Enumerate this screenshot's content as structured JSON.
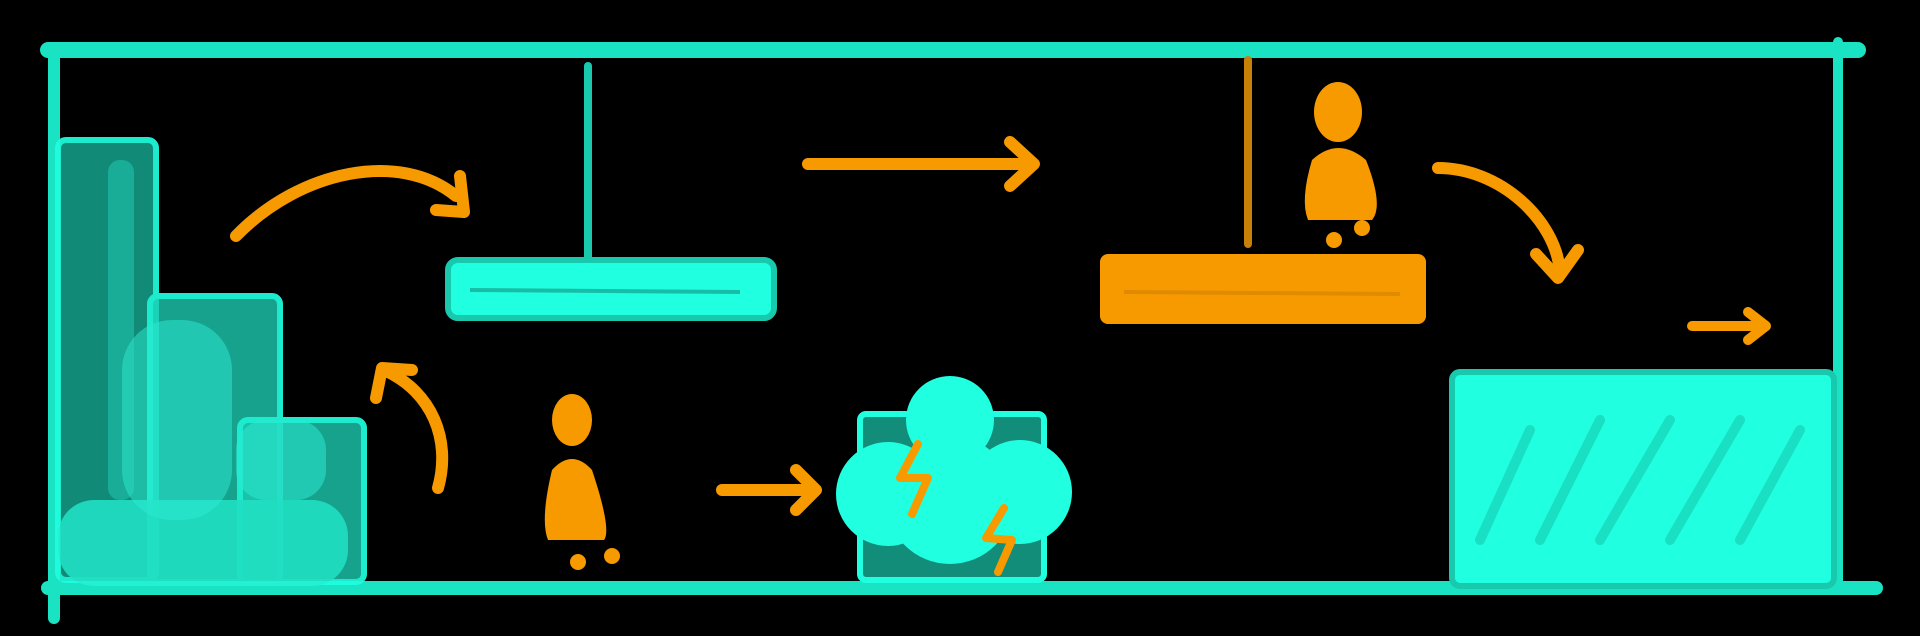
{
  "colors": {
    "background": "#000000",
    "cyan": "#19e3c3",
    "cyan_fill": "#20ffe0",
    "cyan_dim": "#19c9ae",
    "orange": "#f79a00",
    "orange_dim": "#c78108"
  },
  "scene": {
    "description_tags": [
      "frame",
      "staircase",
      "hanging-platform",
      "lightning-cloud-block",
      "orange-platform",
      "player",
      "goal-block",
      "flow-arrows"
    ]
  },
  "players": [
    {
      "name": "player-bottom",
      "icon": "person-icon"
    },
    {
      "name": "player-top",
      "icon": "person-icon"
    }
  ],
  "arrows": [
    {
      "name": "arrow-stairs-up",
      "icon": "curved-arrow-icon"
    },
    {
      "name": "arrow-stairs-to-platform",
      "icon": "curved-arrow-icon"
    },
    {
      "name": "arrow-platform-to-right",
      "icon": "straight-arrow-icon"
    },
    {
      "name": "arrow-player-to-cloud",
      "icon": "straight-arrow-icon"
    },
    {
      "name": "arrow-to-goal",
      "icon": "curved-arrow-icon"
    },
    {
      "name": "arrow-exit",
      "icon": "straight-arrow-icon"
    }
  ]
}
